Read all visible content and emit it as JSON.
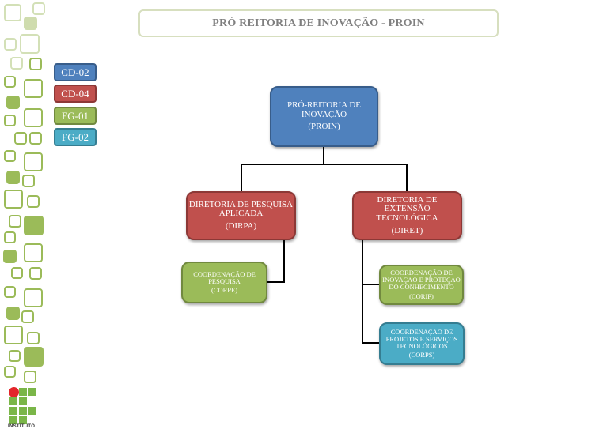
{
  "header": {
    "title": "PRÓ REITORIA DE INOVAÇÃO - PROIN"
  },
  "legend": [
    {
      "label": "CD-02",
      "color": "#4f81bd"
    },
    {
      "label": "CD-04",
      "color": "#c0504d"
    },
    {
      "label": "FG-01",
      "color": "#9bbb59"
    },
    {
      "label": "FG-02",
      "color": "#4bacc6"
    }
  ],
  "org": {
    "root": {
      "name": "PRÓ-REITORIA DE INOVAÇÃO",
      "abbr": "(PROIN)",
      "level": "CD-02"
    },
    "directorates": [
      {
        "name": "DIRETORIA DE PESQUISA APLICADA",
        "abbr": "(DIRPA)",
        "level": "CD-04"
      },
      {
        "name": "DIRETORIA DE EXTENSÃO TECNOLÓGICA",
        "abbr": "(DIRET)",
        "level": "CD-04"
      }
    ],
    "coordinations": [
      {
        "name": "COORDENAÇÃO DE PESQUISA",
        "abbr": "(CORPE)",
        "parent": "DIRPA",
        "level": "FG-01"
      },
      {
        "name": "COORDENAÇÃO DE INOVAÇÃO E PROTEÇÃO DO CONHECIMENTO",
        "abbr": "(CORIP)",
        "parent": "DIRET",
        "level": "FG-01"
      },
      {
        "name": "COORDENAÇÃO DE PROJETOS E SERVIÇOS TECNOLÓGICOS",
        "abbr": "(CORPS)",
        "parent": "DIRET",
        "level": "FG-02"
      }
    ]
  },
  "logo": {
    "text": "INSTITUTO"
  }
}
